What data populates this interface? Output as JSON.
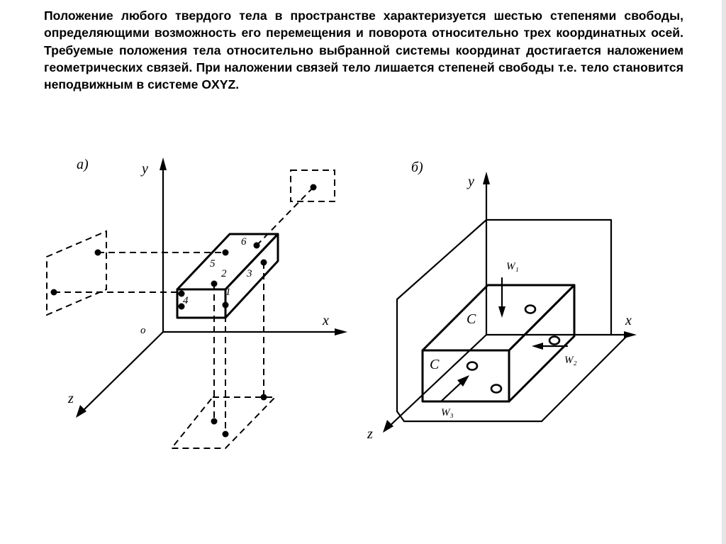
{
  "caption": "Положение любого твердого тела в пространстве характеризуется шестью степенями свободы, определяющими возможность его перемещения и поворота относительно трех координатных осей. Требуемые положения тела относительно выбранной системы координат достигается наложением геометрических связей. При наложении связей тело лишается степеней свободы т.е. тело становится неподвижным в системе OXYZ.",
  "figure_a": {
    "label": "а)",
    "axis_y": "y",
    "axis_x": "x",
    "axis_z": "z",
    "origin": "o",
    "points": [
      "1",
      "2",
      "3",
      "4",
      "5",
      "6"
    ]
  },
  "figure_b": {
    "label": "б)",
    "axis_y": "y",
    "axis_x": "x",
    "axis_z": "z",
    "forces": [
      "W₁",
      "W₂",
      "W₃"
    ]
  },
  "colors": {
    "ink": "#000000",
    "background": "#ffffff"
  }
}
